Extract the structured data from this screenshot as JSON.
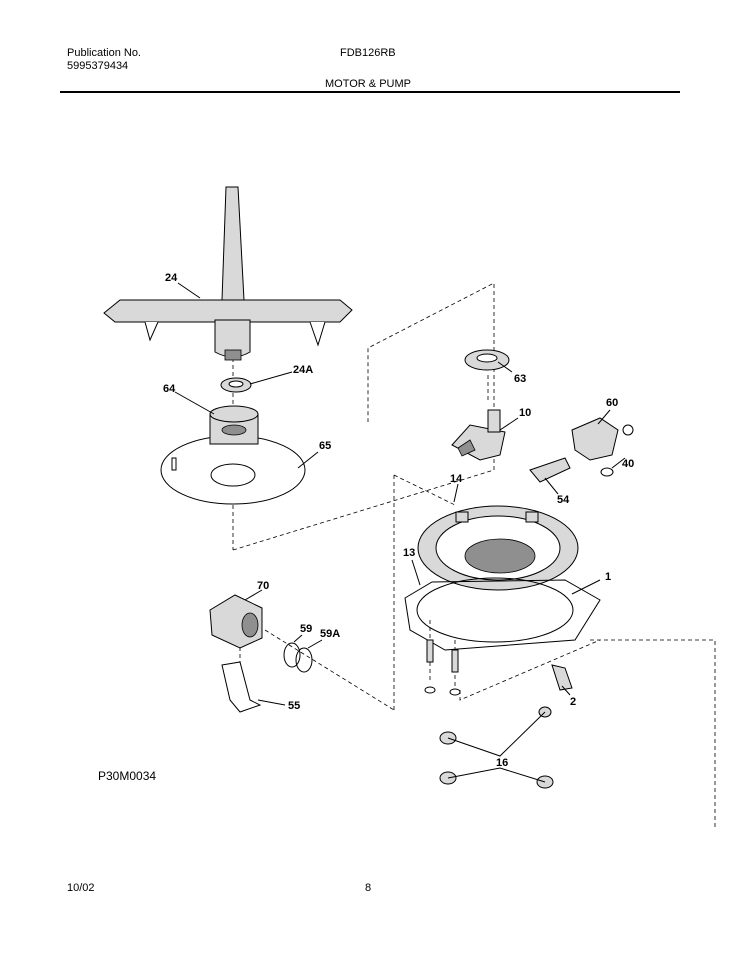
{
  "header": {
    "publication_label": "Publication No.",
    "publication_number": "5995379434",
    "model": "FDB126RB",
    "section_title": "MOTOR & PUMP"
  },
  "diagram": {
    "drawing_code": "P30M0034",
    "callouts": [
      "24",
      "24A",
      "64",
      "65",
      "63",
      "10",
      "60",
      "40",
      "54",
      "14",
      "13",
      "1",
      "70",
      "59",
      "59A",
      "55",
      "2",
      "16"
    ]
  },
  "footer": {
    "date": "10/02",
    "page": "8"
  }
}
